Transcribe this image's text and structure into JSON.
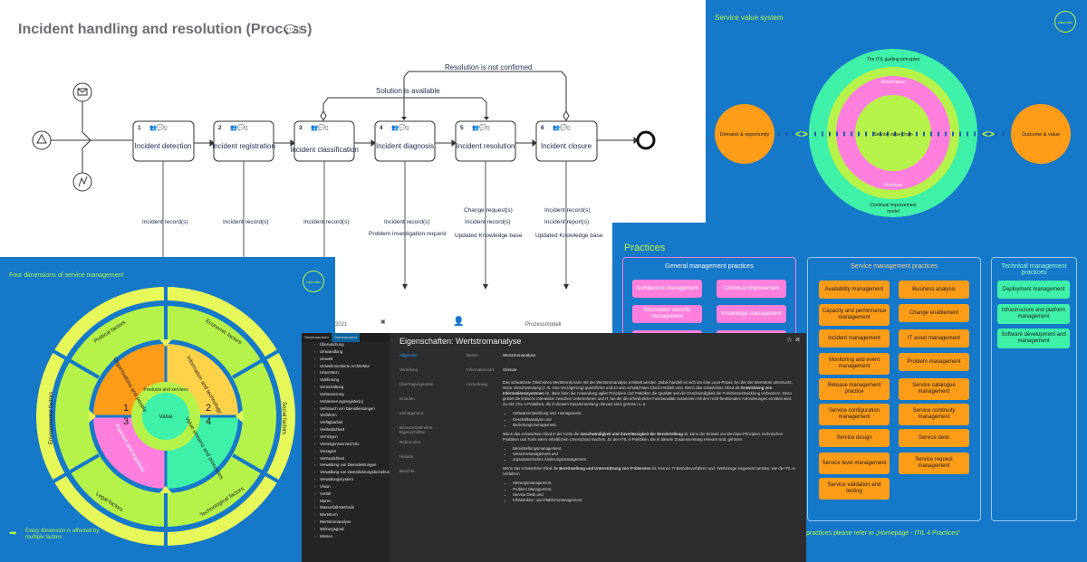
{
  "process": {
    "title": "Incident handling and resolution (Process)",
    "loop_label": "Resolution is not confirmed",
    "solution_label": "Solution is available",
    "tasks": [
      {
        "num": "1",
        "label": "Incident detection"
      },
      {
        "num": "2",
        "label": "Incident registration"
      },
      {
        "num": "3",
        "label": "Incident classification"
      },
      {
        "num": "4",
        "label": "Incident diagnosis"
      },
      {
        "num": "5",
        "label": "Incident resolution"
      },
      {
        "num": "6",
        "label": "Incident closure"
      }
    ],
    "outputs": [
      "Incident record(s)",
      "Incident record(s)",
      "Incident record(s)",
      "Incident record(s)",
      "Problem investigation request",
      "Change request(s)",
      "Incident record(s)",
      "Updated Knowledge base",
      "Incident record(s)",
      "Incident report(s)",
      "Updated Knowledge base"
    ],
    "footer_year": "2021",
    "footer_model": "Prozessmodell"
  },
  "svs": {
    "title": "Service value system",
    "logo": "valuestar",
    "demand": "Demand & opportunity",
    "outcome": "Outcome & value",
    "guiding": "The ITIL guiding principles",
    "governance": "Governance",
    "chain": "Service value chain",
    "practices": "Practices",
    "improvement_1": "Continual improvement",
    "improvement_2": "model"
  },
  "practices": {
    "title": "Practices",
    "general_head": "General management practices",
    "service_head": "Service management practices",
    "technical_head": "Technical management practices",
    "general": [
      "Architecture management",
      "Continual improvement",
      "Information security management",
      "Knowledge management"
    ],
    "service_left": [
      "Availability management",
      "Capacity and performance management",
      "Incident management",
      "Monitoring and event management",
      "Release management practice",
      "Service configuration management",
      "Service design",
      "Service level management",
      "Service validation and testing"
    ],
    "service_right": [
      "Business analysis",
      "Change enablement",
      "IT asset management",
      "Problem management",
      "Service catalogue management",
      "Service continuity management",
      "Service desk",
      "Service request management"
    ],
    "technical": [
      "Deployment management",
      "Infrastructure and platform management",
      "Software development and management"
    ],
    "footer": "practices please refer to „Homepage - ITIL 4 Practices“",
    "colors": {
      "general": "#ff7fdc",
      "service": "#ff9c18",
      "technical": "#3ff0a8"
    }
  },
  "fourdim": {
    "title": "Four dimensions of service management",
    "logo": "valuestar",
    "center": "Value",
    "products": "Products and services",
    "q1": "Organisations and people",
    "q2": "Information and technology",
    "q3": "Partners and suppliers",
    "q4": "Value streams and processes",
    "n1": "1",
    "n2": "2",
    "n3": "3",
    "n4": "4",
    "factors": [
      "Political factors",
      "Economic factors",
      "Social factors",
      "Technological factors",
      "Legal factors",
      "Environmental factors"
    ],
    "note": "Every dimension is affected by multiple factors"
  },
  "props": {
    "tab_structure": "Strukturansicht",
    "tab_order": "Ordneransicht",
    "title": "Eigenschaften: Wertstromanalyse",
    "nav": [
      "Allgemein",
      "Verteilung",
      "Übertragungsarten",
      "Kriterien",
      "Management",
      "Benutzerdefinierte Eigenschaften",
      "Referenzen",
      "Historie",
      "Berichte"
    ],
    "name_label": "Name:",
    "name_value": "Wertstromanalyse",
    "type_label": "Informationsart:",
    "type_value": "Glossar",
    "note_label": "Anmerkung:",
    "para1_pre": "Das schwächste Glied eines Wertstroms kann mit der Wertstromanalyse ermittelt werden. Dabei handelt es sich um eine Lean-Praxis, bei der der Wertstrom untersucht, seine Verschwendung (z. B. eine Verzögerung) quantifiziert und so sein schwächstes Glied ermittelt wird. Wenn das schwächste Glied die ",
    "para1_bold": "Entwicklung von Informationssystemen",
    "para1_post": " ist, dann kann die Anwendung agiler Prinzipien und Praktiken die Qualität und die Geschwindigkeit der Funktionsentwicklung verbessern. Dazu gehört die kritische Interaktion zwischen Unternehmen und IT, bei der die erforderliche Funktionalität zusammen mit den nicht-funktionalen Anforderungen ermittelt wird. Zu den ITIL-4-Praktiken, die in diesem Zusammenhang relevant sind, gehören u. a.",
    "list1": [
      "Softwareentwicklung und -management,",
      "Geschäftsanalyse und",
      "Beziehungsmanagement."
    ],
    "para2_pre": "Wenn das schwächste Glied in der Kette die ",
    "para2_bold": "Geschwindigkeit und Zuverlässigkeit der Bereitstellung",
    "para2_post": " ist, kann der Einsatz von DevOps-Prinzipien, technischen Praktiken und Tools einen erheblichen Unterschied machen. Zu den ITIL-4-Praktiken, die in diesem Zusammenhang relevant sind, gehören",
    "list2": [
      "Bereitstellungsmanagement,",
      "Versionsmanagement und",
      "organisatorisches Änderungsmanagement."
    ],
    "para3_pre": "Wenn das schwächste Glied die ",
    "para3_bold": "Bereitstellung und Unterstützung von IT-Diensten",
    "para3_post": " ist, können IT-Betriebsverfahren und -Werkzeuge eingesetzt werden, wie die ITIL-4-Verfahren",
    "list3": [
      "Störungsmanagement,",
      "Problem Management,",
      "Service Desk und",
      "Infrastruktur- und Plattformmanagement."
    ],
    "tree": [
      "Überwachung",
      "Umwandlung",
      "Umwelt",
      "Umweltorientierte Architektur",
      "Unterstützt",
      "Validierung",
      "Veranstaltung",
      "Verbesserung",
      "Verbesserungsregister(n)",
      "Verbrauch von Dienstleistungen",
      "Verfahren",
      "Verfügbarkeit",
      "Verlässlichkeit",
      "Vermögen",
      "Vermögensverzeichnis",
      "Versagen",
      "Vertraulichkeit",
      "Verwaltung von Dienstleistungen",
      "Verwaltung von Dienstleistungsbeziehungen",
      "Verwaltungssystem",
      "Vision",
      "Vorfall",
      "Waren",
      "Wasserfall-Methode",
      "Wertstrom",
      "Wertstromanalyse",
      "Wirkungsgrad",
      "Wissen"
    ]
  }
}
